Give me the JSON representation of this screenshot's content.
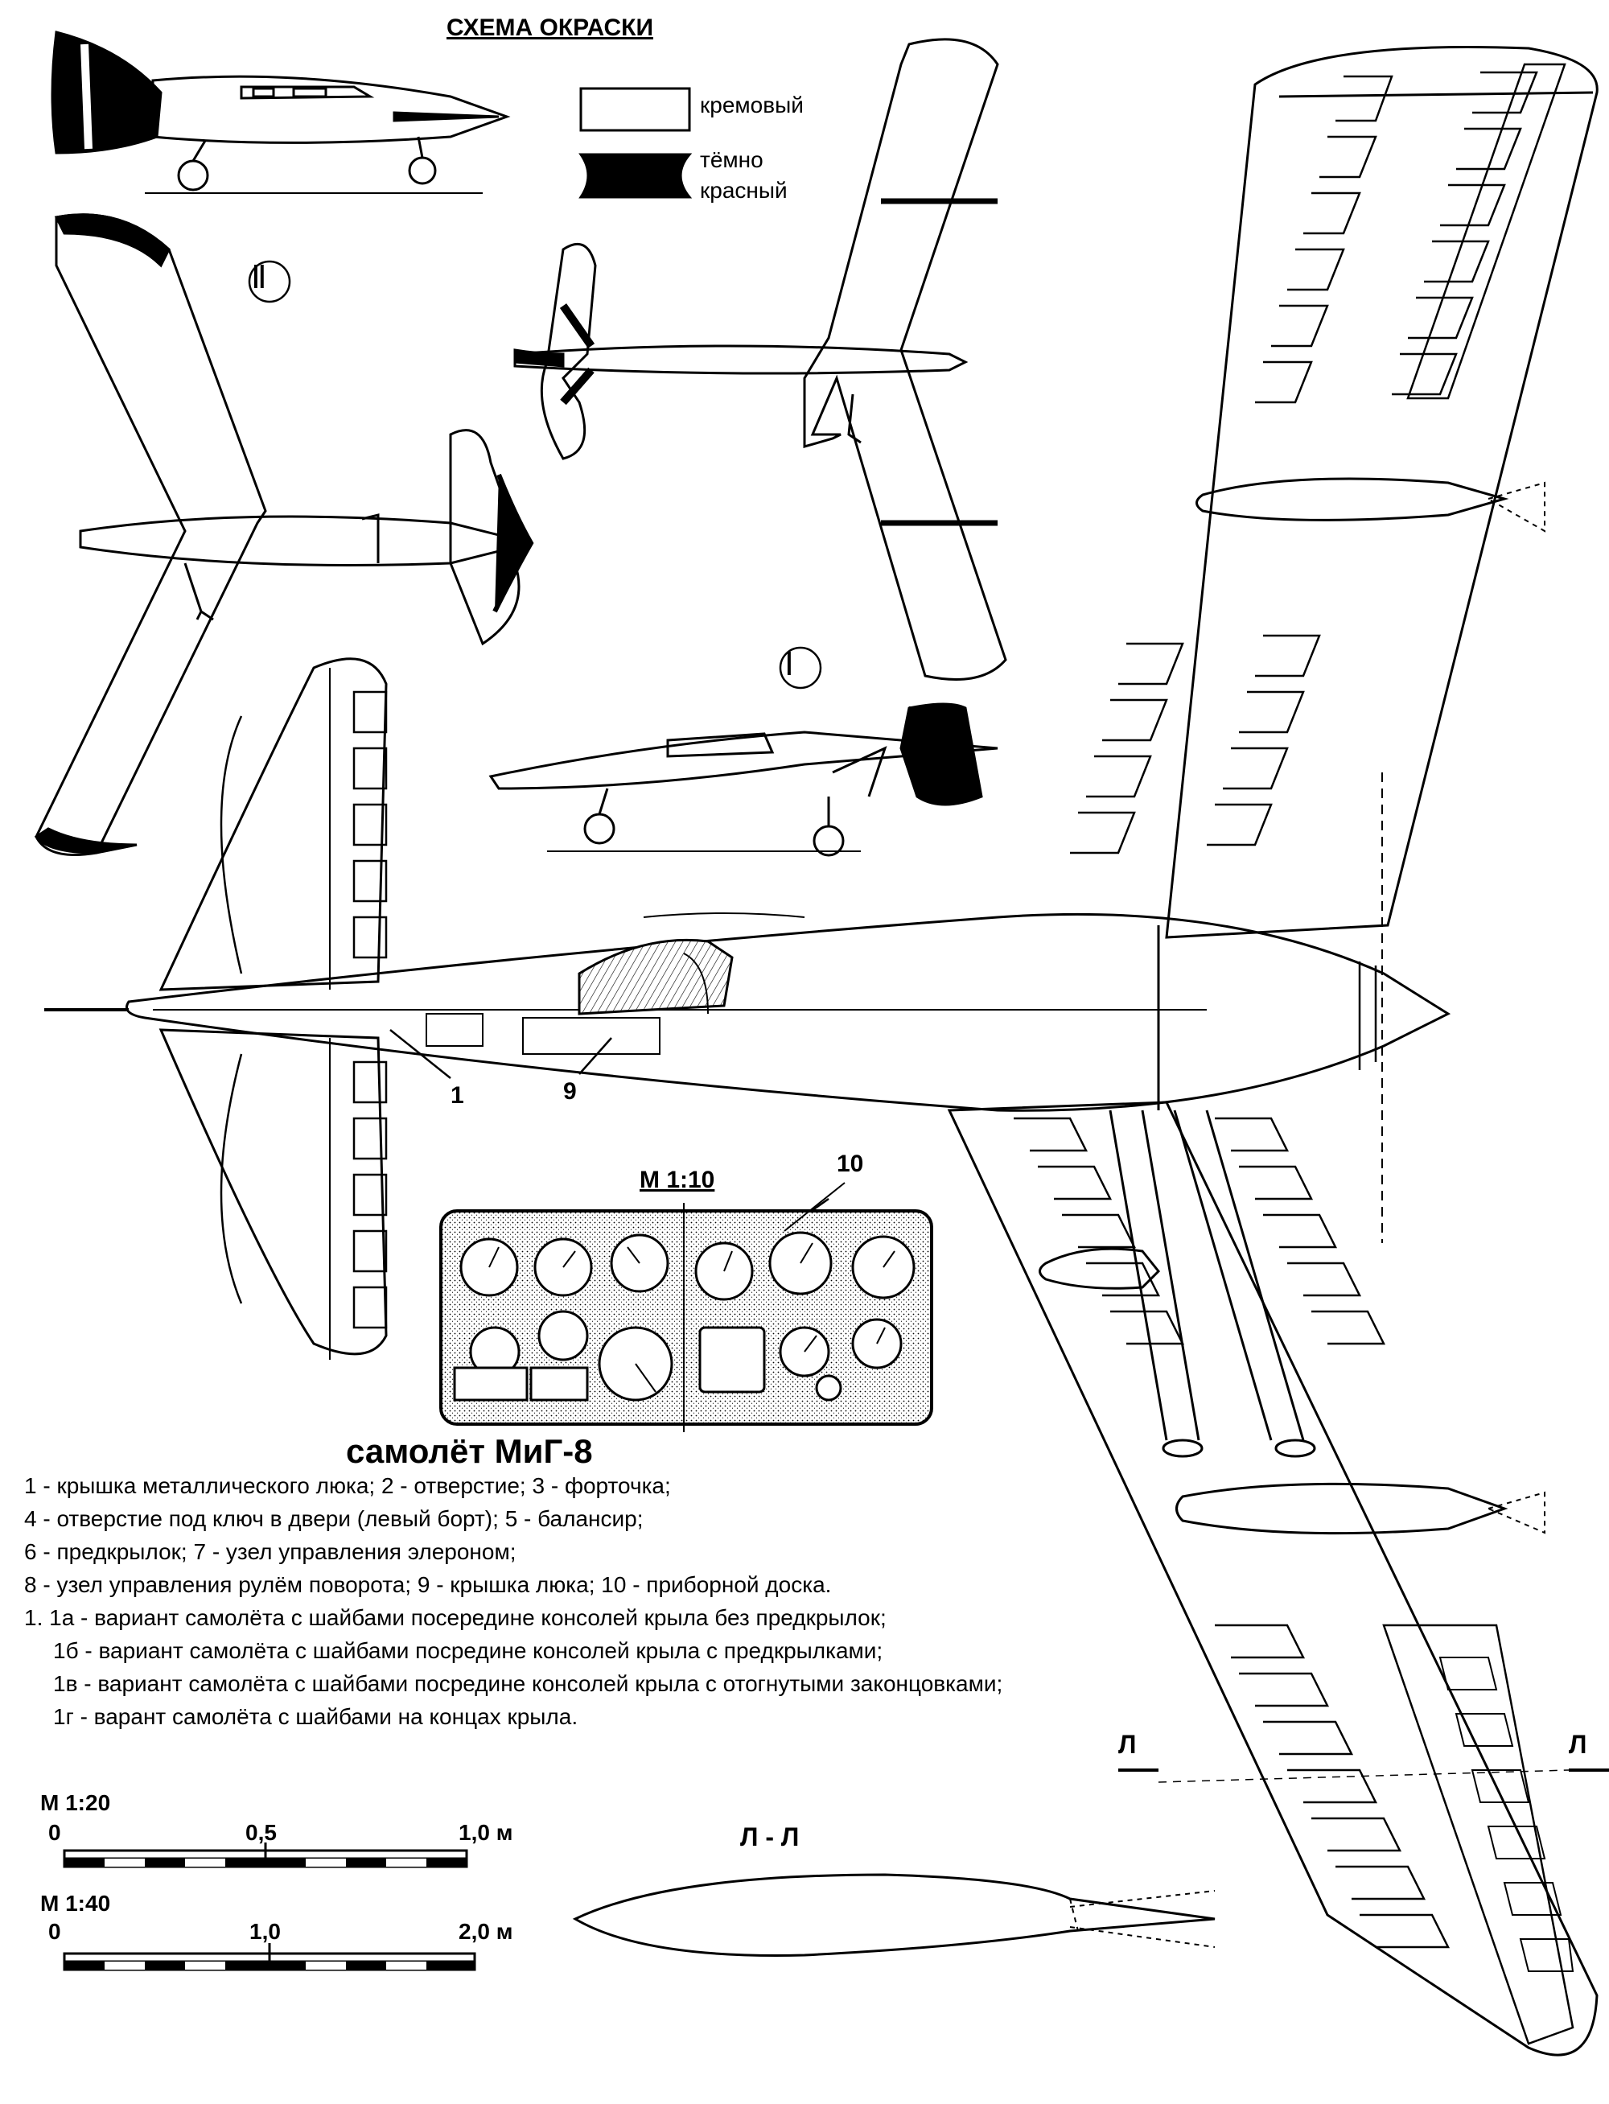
{
  "paint_scheme": {
    "title": "СХЕМА ОКРАСКИ",
    "swatches": [
      {
        "label_lines": [
          "кремовый"
        ],
        "color": "#ffffff"
      },
      {
        "label_lines": [
          "тёмно",
          "красный"
        ],
        "color": "#000000"
      }
    ],
    "view_markers": [
      "Ⅱ",
      "Ⅰ"
    ]
  },
  "callouts": {
    "c1": "1",
    "c9": "9",
    "c10": "10"
  },
  "panel": {
    "scale": "М 1:10"
  },
  "title": "самолёт МиГ-8",
  "legend_lines": [
    "1 - крышка металлического люка; 2 - отверстие; 3 - форточка;",
    "4 - отверстие под ключ в двери (левый борт); 5 - балансир;",
    "6 - предкрылок; 7 - узел управления элероном;",
    "8 - узел управления рулём поворота; 9 - крышка люка; 10 - приборной доска.",
    "1. 1а - вариант самолёта с шайбами посередине консолей крыла без предкрылок;",
    "1б - вариант самолёта с шайбами посредине консолей крыла с предкрылками;",
    "1в - вариант самолёта с шайбами посредине консолей крыла с отогнутыми законцовками;",
    "1г - варант самолёта с шайбами на концах крыла."
  ],
  "section": {
    "marker_left": "Л",
    "marker_right": "Л",
    "label": "Л - Л"
  },
  "scales": [
    {
      "title": "М 1:20",
      "ticks": [
        "0",
        "0,5",
        "1,0 м"
      ]
    },
    {
      "title": "М 1:40",
      "ticks": [
        "0",
        "1,0",
        "2,0 м"
      ]
    }
  ],
  "colors": {
    "ink": "#000000",
    "paper": "#ffffff",
    "cream": "#ffffff",
    "dark_red": "#000000"
  }
}
